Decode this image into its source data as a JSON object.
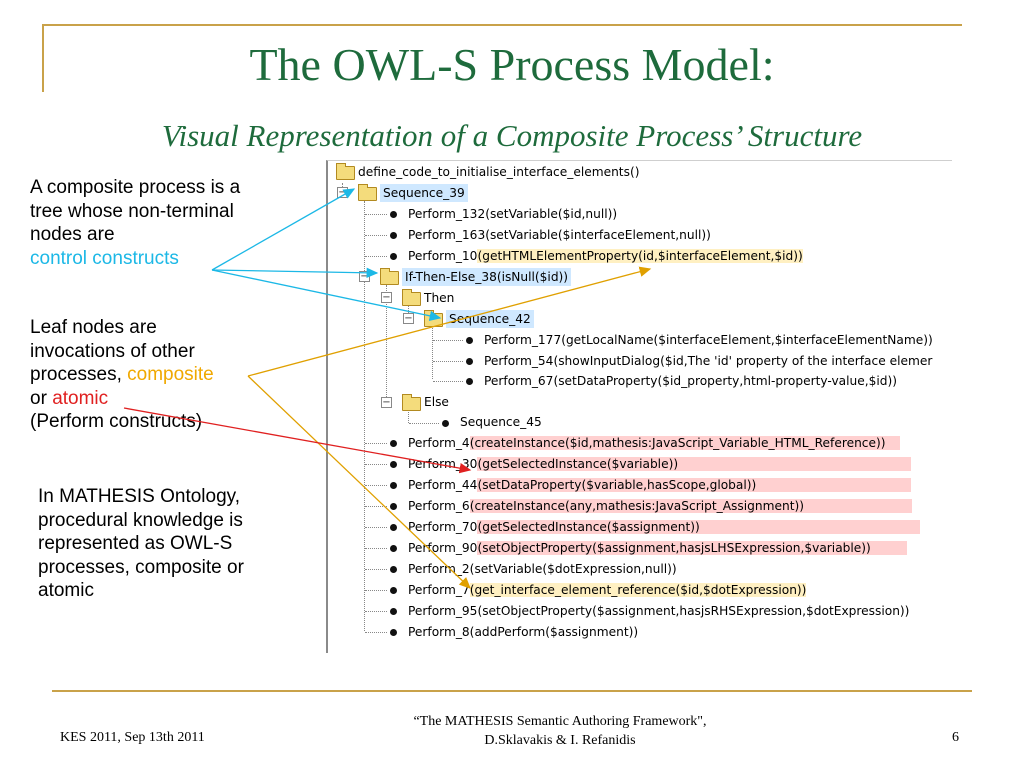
{
  "slide": {
    "title": "The OWL-S Process Model:",
    "subtitle": "Visual Representation of a Composite Process’ Structure"
  },
  "left_panel": {
    "block1": {
      "line1": "A composite process is a",
      "line2": "tree whose non-terminal",
      "line3": "nodes are",
      "line4": "control constructs"
    },
    "block2": {
      "line1": "Leaf nodes are",
      "line2": "invocations of other",
      "line3_prefix": "processes, ",
      "line3_highlight": "composite",
      "line4_prefix": "or ",
      "line4_highlight": "atomic",
      "line5": "(Perform constructs)"
    },
    "block3": {
      "line1": "In MATHESIS Ontology,",
      "line2": "procedural knowledge is",
      "line3": "represented as OWL-S",
      "line4": "processes, composite or",
      "line5": "atomic"
    }
  },
  "tree": {
    "root": "define_code_to_initialise_interface_elements()",
    "seq39": "Sequence_39",
    "p132": "Perform_132(setVariable($id,null))",
    "p163": "Perform_163(setVariable($interfaceElement,null))",
    "p10a": "Perform_10",
    "p10b": "(getHTMLElementProperty(id,$interfaceElement,$id))",
    "ite38": "If-Then-Else_38(isNull($id))",
    "then": "Then",
    "seq42": "Sequence_42",
    "p177": "Perform_177(getLocalName($interfaceElement,$interfaceElementName))",
    "p54": "Perform_54(showInputDialog($id,The 'id' property of the interface elemer",
    "p67": "Perform_67(setDataProperty($id_property,html-property-value,$id))",
    "else": "Else",
    "seq45": "Sequence_45",
    "p4a": "Perform_4",
    "p4b": "(createInstance($id,mathesis:JavaScript_Variable_HTML_Reference))",
    "p30a": "Perform_30",
    "p30b": "(getSelectedInstance($variable))",
    "p44a": "Perform_44",
    "p44b": "(setDataProperty($variable,hasScope,global))",
    "p6a": "Perform_6",
    "p6b": "(createInstance(any,mathesis:JavaScript_Assignment))",
    "p70a": "Perform_70",
    "p70b": "(getSelectedInstance($assignment))",
    "p90a": "Perform_90",
    "p90b": "(setObjectProperty($assignment,hasjsLHSExpression,$variable))",
    "p2": "Perform_2(setVariable($dotExpression,null))",
    "p7a": "Perform_7",
    "p7b": "(get_interface_element_reference($id,$dotExpression))",
    "p95": "Perform_95(setObjectProperty($assignment,hasjsRHSExpression,$dotExpression))",
    "p8": "Perform_8(addPerform($assignment))"
  },
  "footer": {
    "left": "KES 2011, Sep 13th 2011",
    "center_line1": "“The MATHESIS Semantic Authoring Framework\",",
    "center_line2": "D.Sklavakis & I. Refanidis",
    "page": "6"
  },
  "colors": {
    "title": "#1e6b3c",
    "frame": "#c9a24a",
    "cyan_arrow": "#1cb8e6",
    "orange_arrow": "#e0a000",
    "red_arrow": "#e02020",
    "highlight_blue": "#cfe8ff",
    "highlight_yellow": "#fff0c2",
    "highlight_red": "#ffd0d0"
  }
}
